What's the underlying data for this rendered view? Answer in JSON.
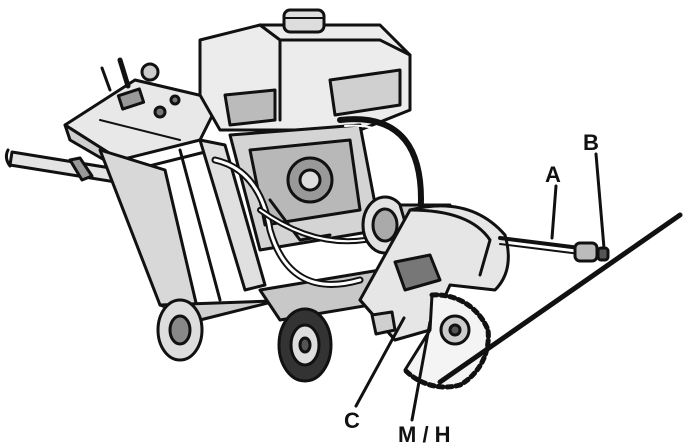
{
  "diagram": {
    "callouts": {
      "a": "A",
      "b": "B",
      "c": "C",
      "mh": "M / H"
    },
    "colors": {
      "ink": "#111111",
      "body_fill": "#dcdcdc",
      "panel_fill": "#c4c4c4",
      "background": "#ffffff"
    }
  }
}
